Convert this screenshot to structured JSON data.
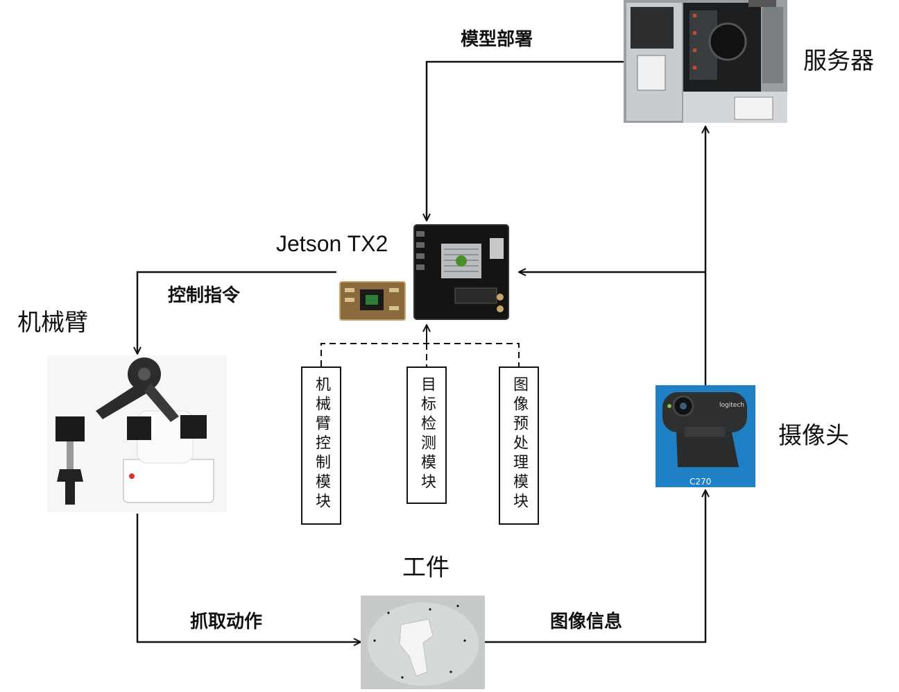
{
  "nodes": {
    "server": {
      "label": "服务器"
    },
    "jetson": {
      "label": "Jetson TX2"
    },
    "arm": {
      "label": "机械臂"
    },
    "camera": {
      "label": "摄像头",
      "model": "C270",
      "brand": "logitech"
    },
    "workpiece": {
      "label": "工件"
    }
  },
  "edges": {
    "deploy": "模型部署",
    "control": "控制指令",
    "grasp": "抓取动作",
    "image_info": "图像信息"
  },
  "modules": [
    {
      "label": "机械臂控制模块"
    },
    {
      "label": "目标检测模块"
    },
    {
      "label": "图像预处理模块"
    }
  ]
}
